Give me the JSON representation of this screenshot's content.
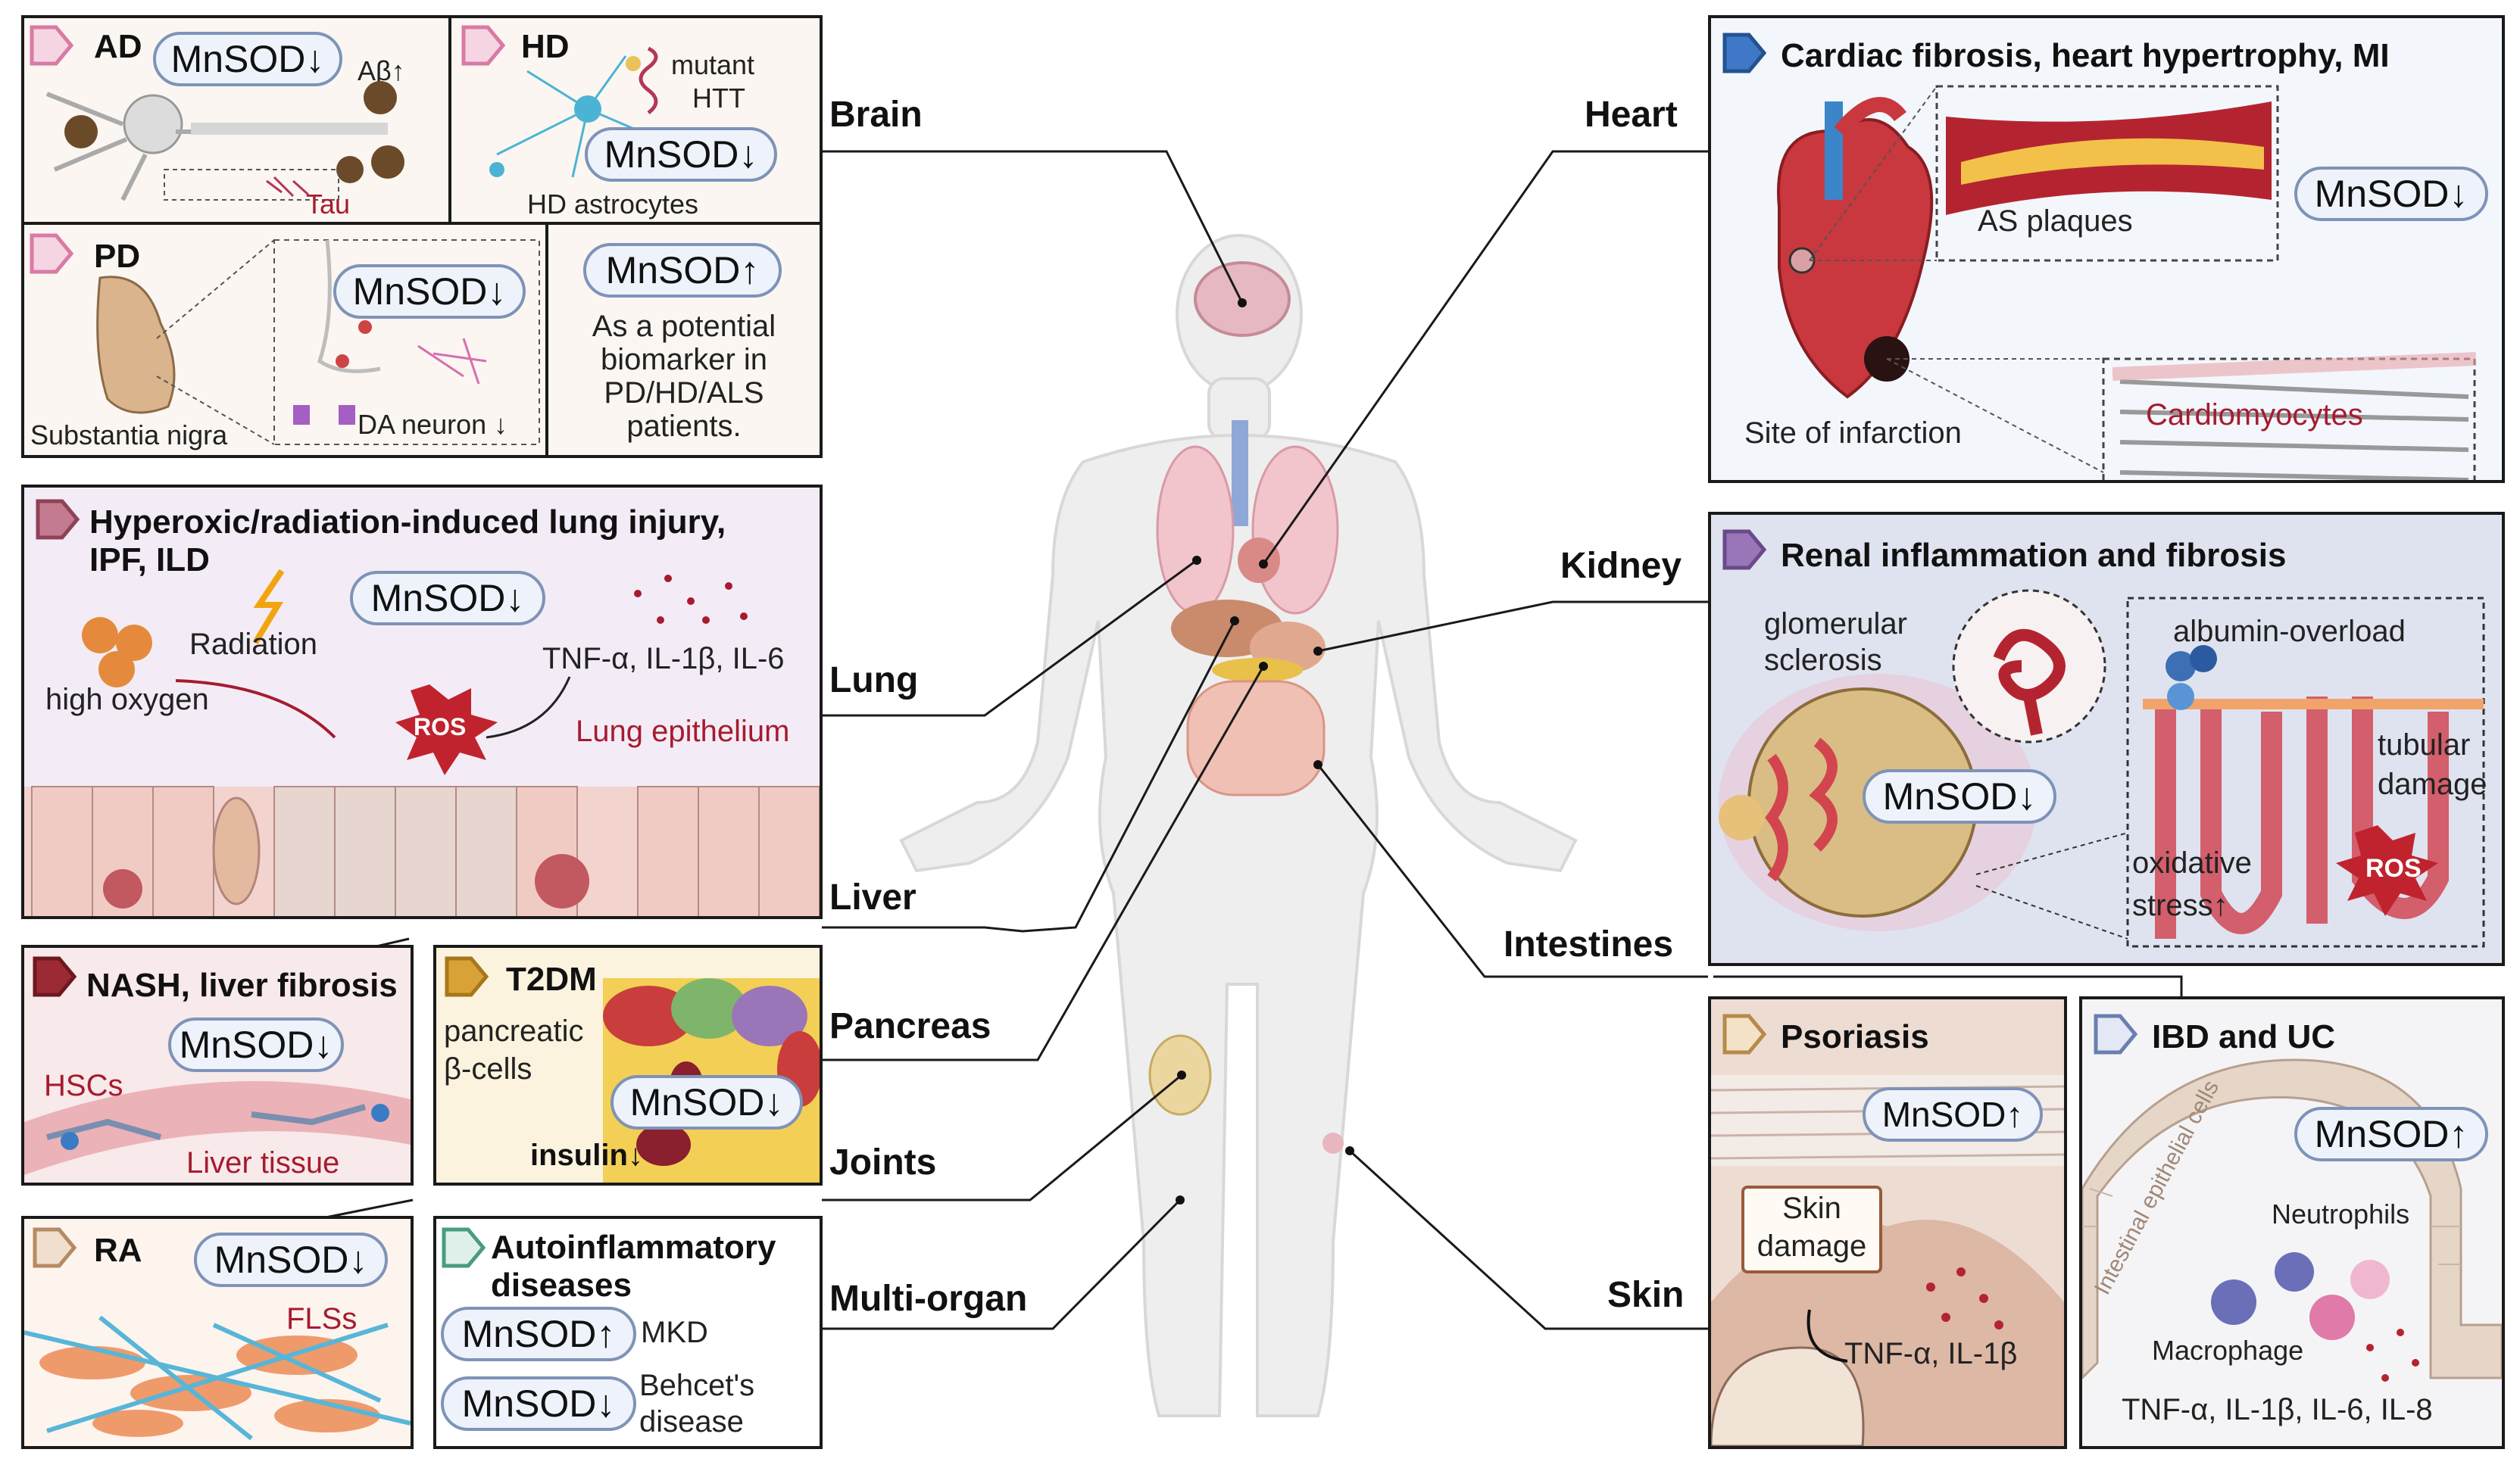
{
  "organs": {
    "brain": "Brain",
    "lung": "Lung",
    "liver": "Liver",
    "pancreas": "Pancreas",
    "joints": "Joints",
    "multi_organ": "Multi-organ",
    "heart": "Heart",
    "kidney": "Kidney",
    "intestines": "Intestines",
    "skin": "Skin"
  },
  "ad": {
    "title": "AD",
    "pill": "MnSOD↓",
    "abeta": "Aβ↑",
    "tau": "Tau"
  },
  "hd": {
    "title": "HD",
    "mutant": "mutant",
    "htt": "HTT",
    "pill": "MnSOD↓",
    "astro": "HD astrocytes"
  },
  "pd": {
    "title": "PD",
    "pill": "MnSOD↓",
    "sn": "Substantia nigra",
    "da": "DA neuron ↓"
  },
  "biomarker": {
    "pill": "MnSOD↑",
    "line1": "As a potential",
    "line2": "biomarker in",
    "line3": "PD/HD/ALS",
    "line4": "patients."
  },
  "lung": {
    "title_1": "Hyperoxic/radiation-induced lung injury,",
    "title_2": "IPF, ILD",
    "pill": "MnSOD↓",
    "radiation": "Radiation",
    "high_oxygen": "high oxygen",
    "cytokines": "TNF-α, IL-1β, IL-6",
    "ros": "ROS",
    "epithelium": "Lung epithelium"
  },
  "nash": {
    "title": "NASH, liver fibrosis",
    "pill": "MnSOD↓",
    "hscs": "HSCs",
    "tissue": "Liver tissue"
  },
  "t2dm": {
    "title": "T2DM",
    "line1": "pancreatic",
    "line2": "β-cells",
    "pill": "MnSOD↓",
    "insulin": "insulin↓"
  },
  "ra": {
    "title": "RA",
    "pill": "MnSOD↓",
    "fls": "FLSs"
  },
  "auto": {
    "title_1": "Autoinflammatory",
    "title_2": "diseases",
    "pill_up": "MnSOD↑",
    "mkd": "MKD",
    "pill_down": "MnSOD↓",
    "behcet_1": "Behcet's",
    "behcet_2": "disease"
  },
  "cardiac": {
    "title": "Cardiac fibrosis, heart hypertrophy, MI",
    "pill": "MnSOD↓",
    "plaques": "AS plaques",
    "infarction": "Site of infarction",
    "cardiomyocytes": "Cardiomyocytes"
  },
  "renal": {
    "title": "Renal inflammation and fibrosis",
    "glom_1": "glomerular",
    "glom_2": "sclerosis",
    "albumin": "albumin-overload",
    "tub_1": "tubular",
    "tub_2": "damage",
    "pill": "MnSOD↓",
    "ox_1": "oxidative",
    "ox_2": "stress↑",
    "ros": "ROS"
  },
  "psoriasis": {
    "title": "Psoriasis",
    "pill": "MnSOD↑",
    "skin_1": "Skin",
    "skin_2": "damage",
    "cytokines": "TNF-α, IL-1β"
  },
  "ibd": {
    "title": "IBD and UC",
    "epithelial": "Intestinal epithelial cells",
    "pill": "MnSOD↑",
    "neutrophils": "Neutrophils",
    "macrophage": "Macrophage",
    "cytokines": "TNF-α, IL-1β, IL-6, IL-8"
  },
  "colors": {
    "pill_border": "#7f93b8",
    "pill_fill": "#eef3fb",
    "accent_red": "#a61b2f",
    "ros_red": "#c0232e",
    "lung_bg": "#f3ecf6",
    "kidney_bg": "#dfe3f0",
    "heart_bg": "#f3f7fc"
  }
}
